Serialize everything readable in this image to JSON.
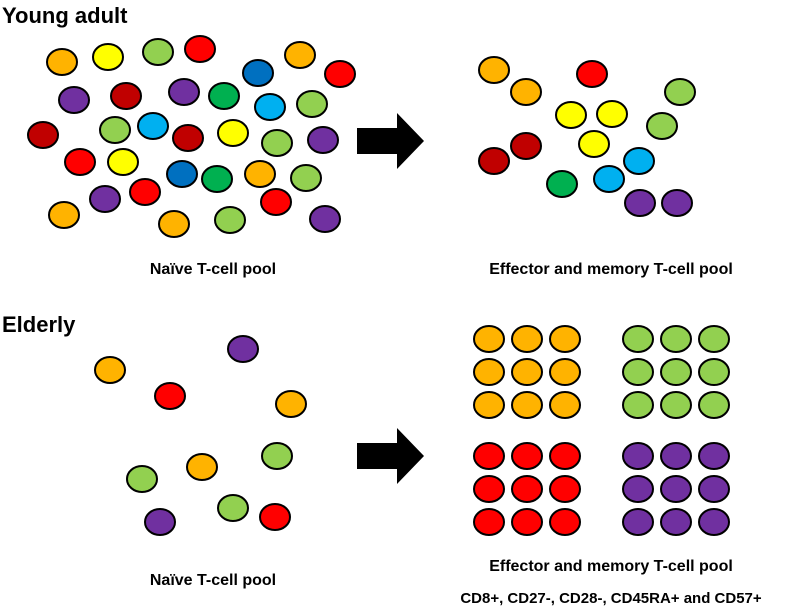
{
  "colors": {
    "orange": "#FFB300",
    "yellow": "#FFFF00",
    "green": "#92D050",
    "red": "#FF0000",
    "darkred": "#C00000",
    "purple": "#7030A0",
    "blue": "#0070C0",
    "cyan": "#00B0F0",
    "darkgreen": "#00B050"
  },
  "young_adult": {
    "heading": "Young adult",
    "naive_caption": "Naïve T-cell pool",
    "effector_caption": "Effector and memory T-cell pool"
  },
  "elderly": {
    "heading": "Elderly",
    "naive_caption": "Naïve T-cell pool",
    "effector_caption": "Effector and memory T-cell pool",
    "phenotype_caption": "CD8+, CD27-, CD28-, CD45RA+ and CD57+"
  }
}
